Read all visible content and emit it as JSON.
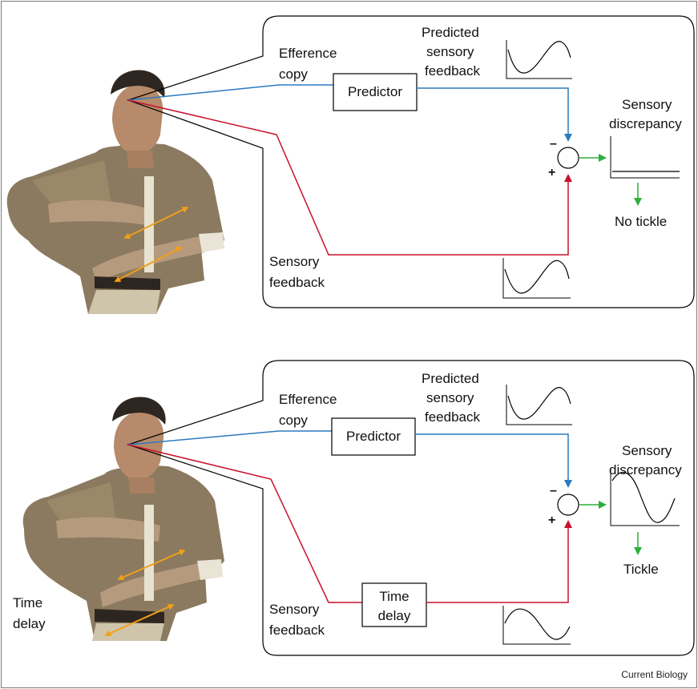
{
  "panels": [
    {
      "efference_line1": "Efference",
      "efference_line2": "copy",
      "predictor": "Predictor",
      "predicted_line1": "Predicted",
      "predicted_line2": "sensory",
      "predicted_line3": "feedback",
      "discrepancy_line1": "Sensory",
      "discrepancy_line2": "discrepancy",
      "outcome": "No tickle",
      "feedback_line1": "Sensory",
      "feedback_line2": "feedback",
      "minus": "–",
      "plus": "+"
    },
    {
      "efference_line1": "Efference",
      "efference_line2": "copy",
      "predictor": "Predictor",
      "predicted_line1": "Predicted",
      "predicted_line2": "sensory",
      "predicted_line3": "feedback",
      "discrepancy_line1": "Sensory",
      "discrepancy_line2": "discrepancy",
      "outcome": "Tickle",
      "feedback_line1": "Sensory",
      "feedback_line2": "feedback",
      "time_delay_box_line1": "Time",
      "time_delay_box_line2": "delay",
      "time_delay_side_line1": "Time",
      "time_delay_side_line2": "delay",
      "minus": "–",
      "plus": "+"
    }
  ],
  "credit": "Current Biology",
  "colors": {
    "efference_path": "#2a7bbf",
    "sensory_path": "#c8102e",
    "result_arrow": "#2fae3a",
    "force_arrow": "#f0a019",
    "outline": "#000000"
  }
}
